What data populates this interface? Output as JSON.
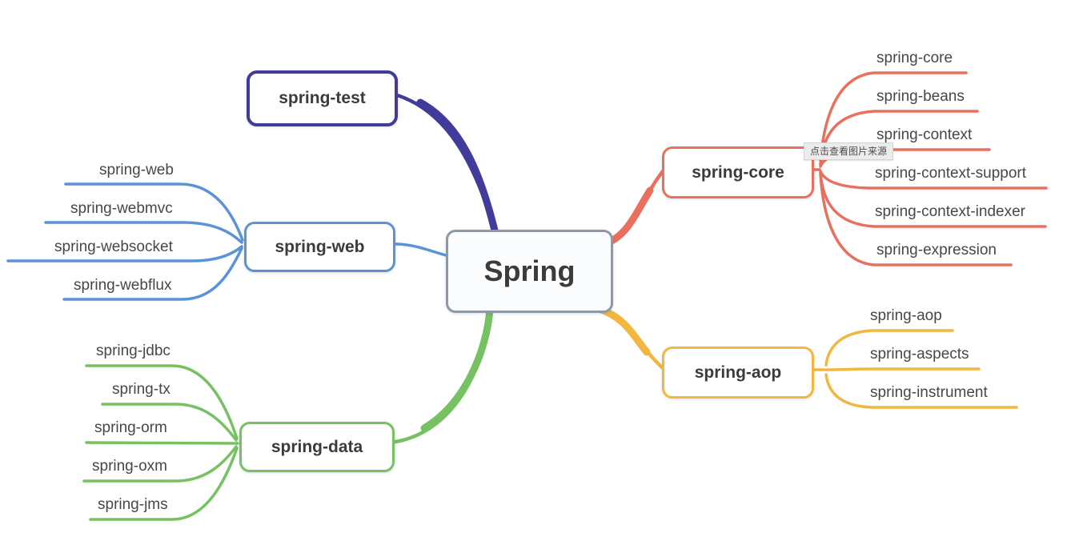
{
  "central_topic": {
    "label": "Spring"
  },
  "tooltip": {
    "label": "点击查看图片来源"
  },
  "colors": {
    "center_border": "#8d99a7",
    "test_branch": "#413b99",
    "web_branch": "#5b93d7",
    "data_branch": "#76c162",
    "core_branch": "#e8705c",
    "aop_branch": "#f3b63e",
    "node_text": "#3b3b3b",
    "leaf_text": "#474747",
    "node_background": "#ffffff"
  },
  "branches": {
    "test": {
      "label": "spring-test",
      "color": "#413b99",
      "children": []
    },
    "web": {
      "label": "spring-web",
      "color": "#5b93d7",
      "children": [
        "spring-web",
        "spring-webmvc",
        "spring-websocket",
        "spring-webflux"
      ]
    },
    "data": {
      "label": "spring-data",
      "color": "#76c162",
      "children": [
        "spring-jdbc",
        "spring-tx",
        "spring-orm",
        "spring-oxm",
        "spring-jms"
      ]
    },
    "core": {
      "label": "spring-core",
      "color": "#e8705c",
      "children": [
        "spring-core",
        "spring-beans",
        "spring-context",
        "spring-context-support",
        "spring-context-indexer",
        "spring-expression"
      ]
    },
    "aop": {
      "label": "spring-aop",
      "color": "#f3b63e",
      "children": [
        "spring-aop",
        "spring-aspects",
        "spring-instrument"
      ]
    }
  }
}
